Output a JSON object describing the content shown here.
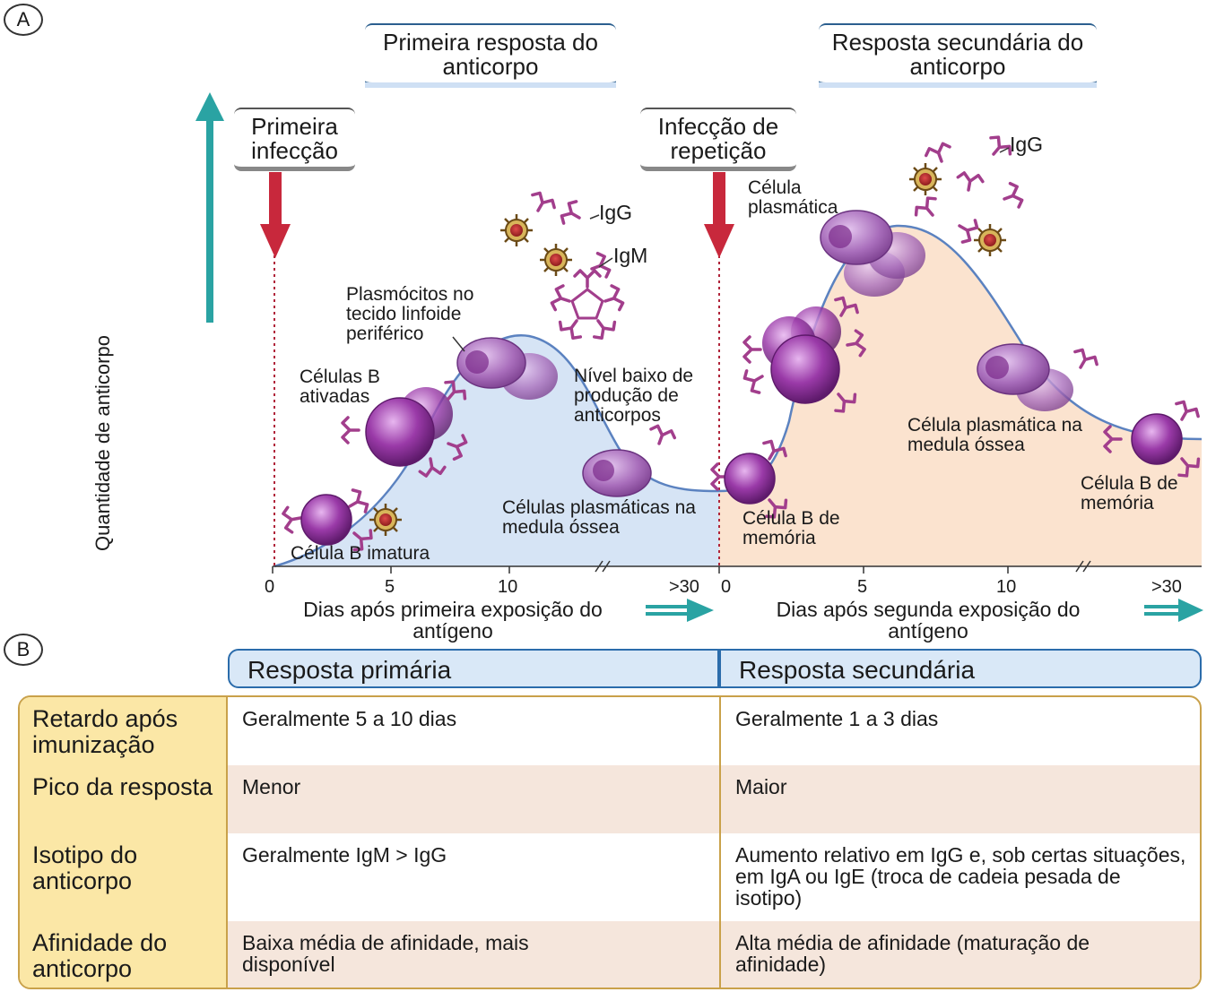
{
  "panel_a_letter": "A",
  "panel_b_letter": "B",
  "boxes": {
    "primary_response": "Primeira resposta do anticorpo",
    "secondary_response": "Resposta secundária do anticorpo",
    "first_infection": "Primeira infecção",
    "repeat_infection": "Infecção de repetição"
  },
  "y_axis_label": "Quantidade de anticorpo",
  "labels": {
    "igg_1": "IgG",
    "igm": "IgM",
    "igg_2": "IgG",
    "plasmocitos": "Plasmócitos no tecido linfoide periférico",
    "celulas_b_ativadas": "Células B ativadas",
    "nivel_baixo": "Nível baixo de produção de anticorpos",
    "celula_plasmatica": "Célula plasmática",
    "celulas_plasmaticas_medula": "Células plasmáticas na medula óssea",
    "celula_b_imatura": "Célula B imatura",
    "celula_b_memoria": "Célula B de memória",
    "celula_plasmatica_medula": "Célula plasmática na medula óssea",
    "celula_b_de_memoria_right": "Célula B de memória"
  },
  "x_axis_left": {
    "ticks": [
      "0",
      "5",
      "10",
      ">30"
    ],
    "title": "Dias após primeira exposição do antígeno"
  },
  "x_axis_right": {
    "ticks": [
      "0",
      "5",
      "10",
      ">30"
    ],
    "title": "Dias após segunda exposição do antígeno"
  },
  "colors": {
    "primary_fill": "#d6e4f5",
    "secondary_fill": "#fbe3cf",
    "curve": "#5b82c0",
    "arrow_red": "#c8283c",
    "teal": "#2aa3a3",
    "cell_purple": "#8a2f9a"
  },
  "table": {
    "col_primary": "Resposta primária",
    "col_secondary": "Resposta secundária",
    "rows": [
      {
        "label": "Retardo após imunização",
        "primary": "Geralmente 5 a 10 dias",
        "secondary": "Geralmente 1 a 3 dias"
      },
      {
        "label": "Pico da resposta",
        "primary": "Menor",
        "secondary": "Maior"
      },
      {
        "label": "Isotipo do anticorpo",
        "primary": "Geralmente IgM > IgG",
        "secondary": "Aumento relativo em IgG e, sob certas situações, em IgA ou IgE (troca de cadeia pesada de isotipo)"
      },
      {
        "label": "Afinidade do anticorpo",
        "primary": "Baixa média de afinidade, mais disponível",
        "secondary": "Alta média de afinidade (maturação de afinidade)"
      }
    ]
  }
}
